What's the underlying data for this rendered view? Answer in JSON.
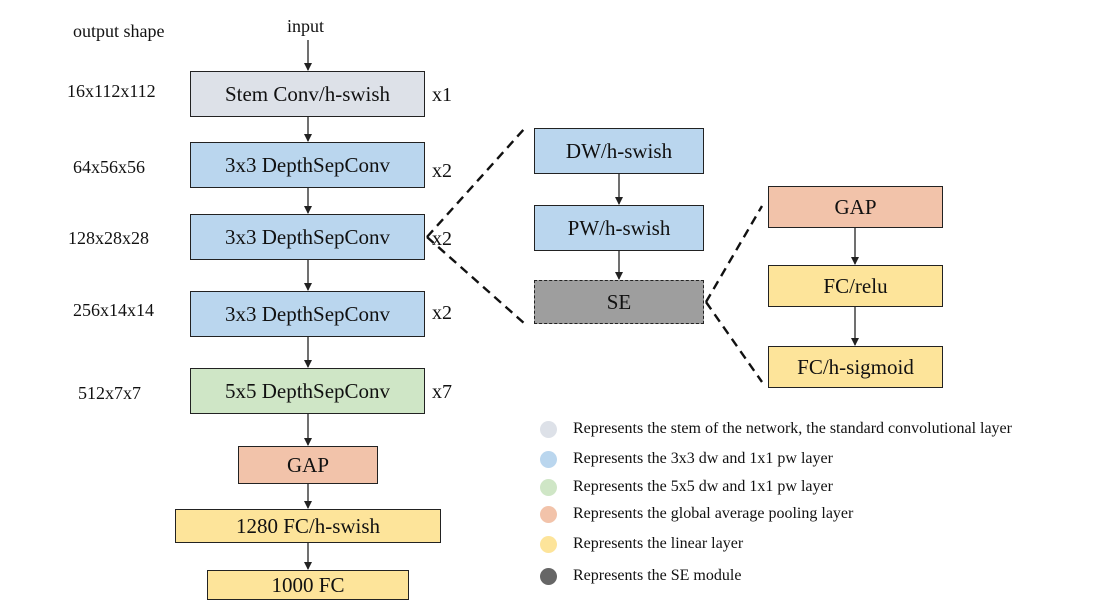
{
  "header": {
    "output_shape_label": "output shape",
    "input_label": "input"
  },
  "main_stack": [
    {
      "id": "stem",
      "label": "Stem Conv/h-swish",
      "shape": "16x112x112",
      "repeat": "x1",
      "color": "#dde1e8"
    },
    {
      "id": "dsc1",
      "label": "3x3 DepthSepConv",
      "shape": "64x56x56",
      "repeat": "x2",
      "color": "#bad6ee"
    },
    {
      "id": "dsc2",
      "label": "3x3 DepthSepConv",
      "shape": "128x28x28",
      "repeat": "x2",
      "color": "#bad6ee"
    },
    {
      "id": "dsc3",
      "label": "3x3 DepthSepConv",
      "shape": "256x14x14",
      "repeat": "x2",
      "color": "#bad6ee"
    },
    {
      "id": "dsc5",
      "label": "5x5 DepthSepConv",
      "shape": "512x7x7",
      "repeat": "x7",
      "color": "#cfe6c6"
    },
    {
      "id": "gap",
      "label": "GAP",
      "color": "#f2c3aa"
    },
    {
      "id": "fc1280",
      "label": "1280 FC/h-swish",
      "color": "#fde49a"
    },
    {
      "id": "fc1000",
      "label": "1000 FC",
      "color": "#fde49a"
    }
  ],
  "detail_block": [
    {
      "id": "dw",
      "label": "DW/h-swish",
      "color": "#bad6ee"
    },
    {
      "id": "pw",
      "label": "PW/h-swish",
      "color": "#bad6ee"
    },
    {
      "id": "se",
      "label": "SE",
      "color": "#9e9e9e"
    }
  ],
  "se_block": [
    {
      "id": "se-gap",
      "label": "GAP",
      "color": "#f2c3aa"
    },
    {
      "id": "se-fc-relu",
      "label": "FC/relu",
      "color": "#fde49a"
    },
    {
      "id": "se-fc-hsig",
      "label": "FC/h-sigmoid",
      "color": "#fde49a"
    }
  ],
  "legend": [
    {
      "color": "#dde1e8",
      "text": "Represents the stem of the network, the standard convolutional layer"
    },
    {
      "color": "#bad6ee",
      "text": "Represents the 3x3 dw and 1x1 pw layer"
    },
    {
      "color": "#cfe6c6",
      "text": "Represents the 5x5 dw and 1x1 pw layer"
    },
    {
      "color": "#f2c3aa",
      "text": "Represents the global average pooling layer"
    },
    {
      "color": "#fde49a",
      "text": "Represents the linear layer"
    },
    {
      "color": "#666666",
      "text": "Represents the SE module"
    }
  ]
}
